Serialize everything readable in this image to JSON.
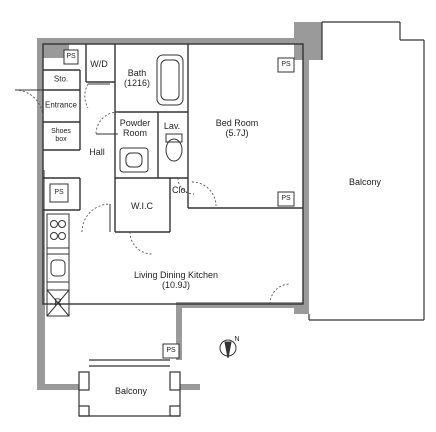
{
  "rooms": {
    "wd": "W/D",
    "bath": {
      "name": "Bath",
      "size": "(1216)"
    },
    "sto": "Sto.",
    "entrance": "Entrance",
    "shoes": {
      "line1": "Shoes",
      "line2": "box"
    },
    "hall": "Hall",
    "powder": {
      "line1": "Powder",
      "line2": "Room"
    },
    "lav": "Lav.",
    "clo": "Clo.",
    "wic": "W.I.C",
    "bedroom": {
      "name": "Bed Room",
      "size": "(5.7J)"
    },
    "balcony_east": "Balcony",
    "ldk": {
      "name": "Living Dining Kitchen",
      "size": "(10.9J)"
    },
    "balcony_south": "Balcony"
  },
  "ps_labels": [
    "PS",
    "PS",
    "PS",
    "PS",
    "PS"
  ],
  "fridge": "R",
  "north_mark": "N",
  "colors": {
    "wall": "#9a9a9a",
    "line": "#333333",
    "floor": "#ffffff"
  }
}
